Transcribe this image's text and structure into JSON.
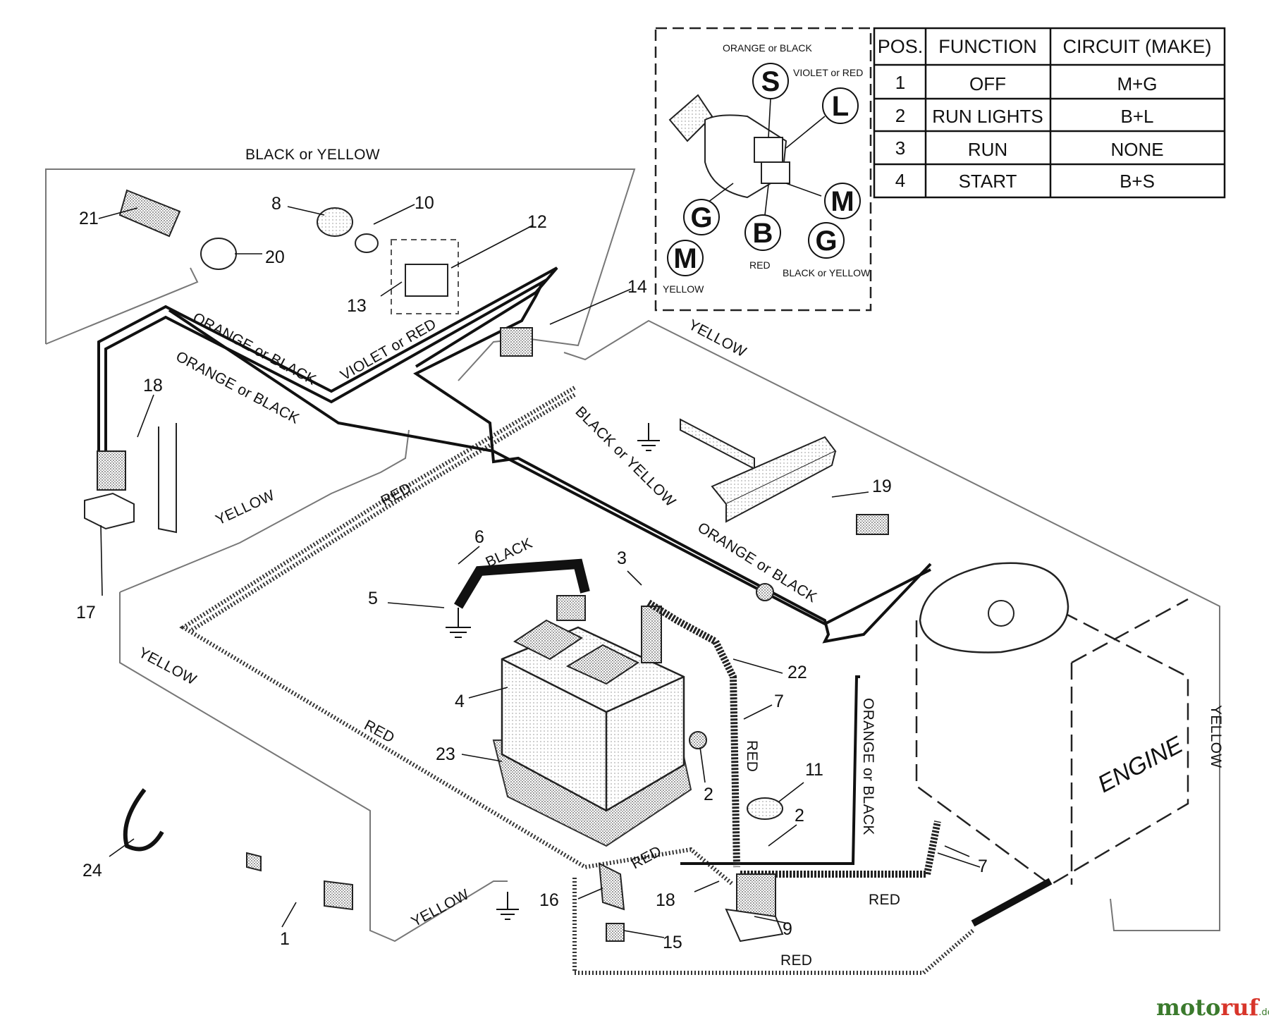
{
  "wire_labels": {
    "black_or_yellow_top": "BLACK or YELLOW",
    "orange_or_black_1": "ORANGE or BLACK",
    "orange_or_black_2": "ORANGE or BLACK",
    "violet_or_red": "VIOLET or RED",
    "yellow_top_right": "YELLOW",
    "black_or_yellow_mid": "BLACK or YELLOW",
    "yellow_left": "YELLOW",
    "red_upper": "RED",
    "orange_or_black_right": "ORANGE or BLACK",
    "black_battery": "BLACK",
    "yellow_lower_left": "YELLOW",
    "red_lower_left": "RED",
    "red_vertical": "RED",
    "orange_or_black_vertical": "ORANGE or BLACK",
    "yellow_right_vertical": "YELLOW",
    "red_bottom_1": "RED",
    "red_bottom_2": "RED",
    "red_bottom_3": "RED",
    "yellow_bottom": "YELLOW"
  },
  "engine_label": "ENGINE",
  "part_numbers": {
    "p1": "1",
    "p2a": "2",
    "p2b": "2",
    "p3": "3",
    "p4": "4",
    "p5": "5",
    "p6": "6",
    "p7a": "7",
    "p7b": "7",
    "p8": "8",
    "p9": "9",
    "p10": "10",
    "p11": "11",
    "p12": "12",
    "p13": "13",
    "p14": "14",
    "p15": "15",
    "p16": "16",
    "p17": "17",
    "p18a": "18",
    "p18b": "18",
    "p19": "19",
    "p20": "20",
    "p21": "21",
    "p22": "22",
    "p23": "23",
    "p24": "24"
  },
  "switch_inset": {
    "label_s": "ORANGE or BLACK",
    "label_l": "VIOLET or RED",
    "label_b": "RED",
    "label_m": "YELLOW",
    "label_g": "BLACK or YELLOW",
    "terminals": {
      "s": "S",
      "l": "L",
      "m_right": "M",
      "g_left": "G",
      "b": "B",
      "g_right": "G",
      "m_left": "M"
    }
  },
  "circuit_table": {
    "headers": [
      "POS.",
      "FUNCTION",
      "CIRCUIT  (MAKE)"
    ],
    "rows": [
      {
        "pos": "1",
        "function": "OFF",
        "circuit": "M+G"
      },
      {
        "pos": "2",
        "function": "RUN LIGHTS",
        "circuit": "B+L"
      },
      {
        "pos": "3",
        "function": "RUN",
        "circuit": "NONE"
      },
      {
        "pos": "4",
        "function": "START",
        "circuit": "B+S"
      }
    ]
  },
  "watermark": {
    "part1": "moto",
    "part2": "ruf",
    "suffix": ".de"
  }
}
